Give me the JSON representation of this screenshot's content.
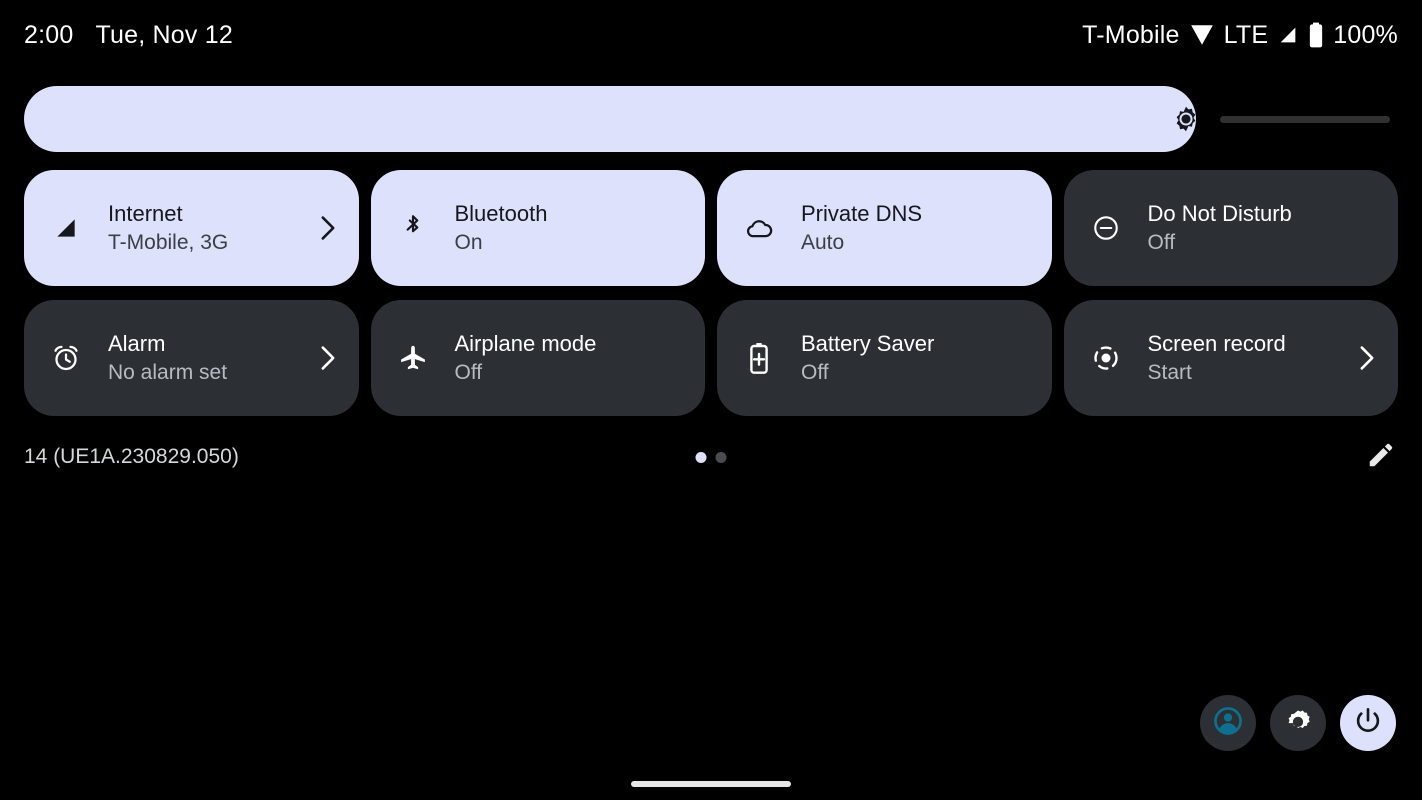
{
  "statusbar": {
    "time": "2:00",
    "date": "Tue, Nov 12",
    "carrier": "T-Mobile",
    "network_type": "LTE",
    "battery_percent": "100%",
    "icons": [
      "wifi-icon",
      "signal-icon",
      "battery-icon"
    ]
  },
  "brightness": {
    "name": "brightness-slider",
    "icon": "brightness-icon",
    "value_percent": 85
  },
  "tiles": [
    {
      "id": "internet",
      "title": "Internet",
      "subtitle": "T-Mobile, 3G",
      "icon": "signal-icon",
      "active": true,
      "chevron": true
    },
    {
      "id": "bluetooth",
      "title": "Bluetooth",
      "subtitle": "On",
      "icon": "bluetooth-icon",
      "active": true,
      "chevron": false
    },
    {
      "id": "private-dns",
      "title": "Private DNS",
      "subtitle": "Auto",
      "icon": "cloud-icon",
      "active": true,
      "chevron": false
    },
    {
      "id": "do-not-disturb",
      "title": "Do Not Disturb",
      "subtitle": "Off",
      "icon": "minus-circle-icon",
      "active": false,
      "chevron": false
    },
    {
      "id": "alarm",
      "title": "Alarm",
      "subtitle": "No alarm set",
      "icon": "alarm-clock-icon",
      "active": false,
      "chevron": true
    },
    {
      "id": "airplane-mode",
      "title": "Airplane mode",
      "subtitle": "Off",
      "icon": "airplane-icon",
      "active": false,
      "chevron": false
    },
    {
      "id": "battery-saver",
      "title": "Battery Saver",
      "subtitle": "Off",
      "icon": "battery-plus-icon",
      "active": false,
      "chevron": false
    },
    {
      "id": "screen-record",
      "title": "Screen record",
      "subtitle": "Start",
      "icon": "record-icon",
      "active": false,
      "chevron": true
    }
  ],
  "footer": {
    "build": "14 (UE1A.230829.050)",
    "page_dots": {
      "total": 2,
      "active_index": 0
    },
    "edit_icon": "pencil-icon"
  },
  "actions": [
    {
      "id": "user-switcher",
      "icon": "user-avatar-icon",
      "style": "dark"
    },
    {
      "id": "settings",
      "icon": "gear-icon",
      "style": "dark"
    },
    {
      "id": "power",
      "icon": "power-icon",
      "style": "accent"
    }
  ],
  "colors": {
    "background": "#000000",
    "tile_active": "#dde1fb",
    "tile_inactive": "#2c2f33",
    "text_on_active": "#15171c",
    "text_on_inactive": "#ffffff",
    "avatar_accent": "#0f6f8f"
  }
}
